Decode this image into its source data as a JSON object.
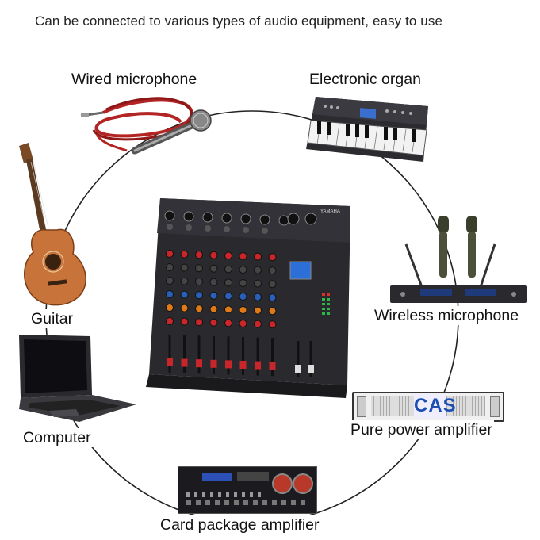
{
  "headline": "Can be connected to various types of audio equipment, easy to use",
  "devices": {
    "wired_mic": "Wired microphone",
    "organ": "Electronic organ",
    "guitar": "Guitar",
    "wireless_mic": "Wireless microphone",
    "computer": "Computer",
    "power_amp": "Pure power amplifier",
    "card_amp": "Card package amplifier"
  },
  "amp_brand": "CAS",
  "mixer_brand": "YAMAHA",
  "colors": {
    "ring": "#222222",
    "mixer_body": "#2a2a2e",
    "knob_red": "#c8262a",
    "knob_blue": "#2a5fb8",
    "knob_orange": "#e07a18",
    "guitar_wood": "#c8733a",
    "cable_red": "#b32424"
  }
}
